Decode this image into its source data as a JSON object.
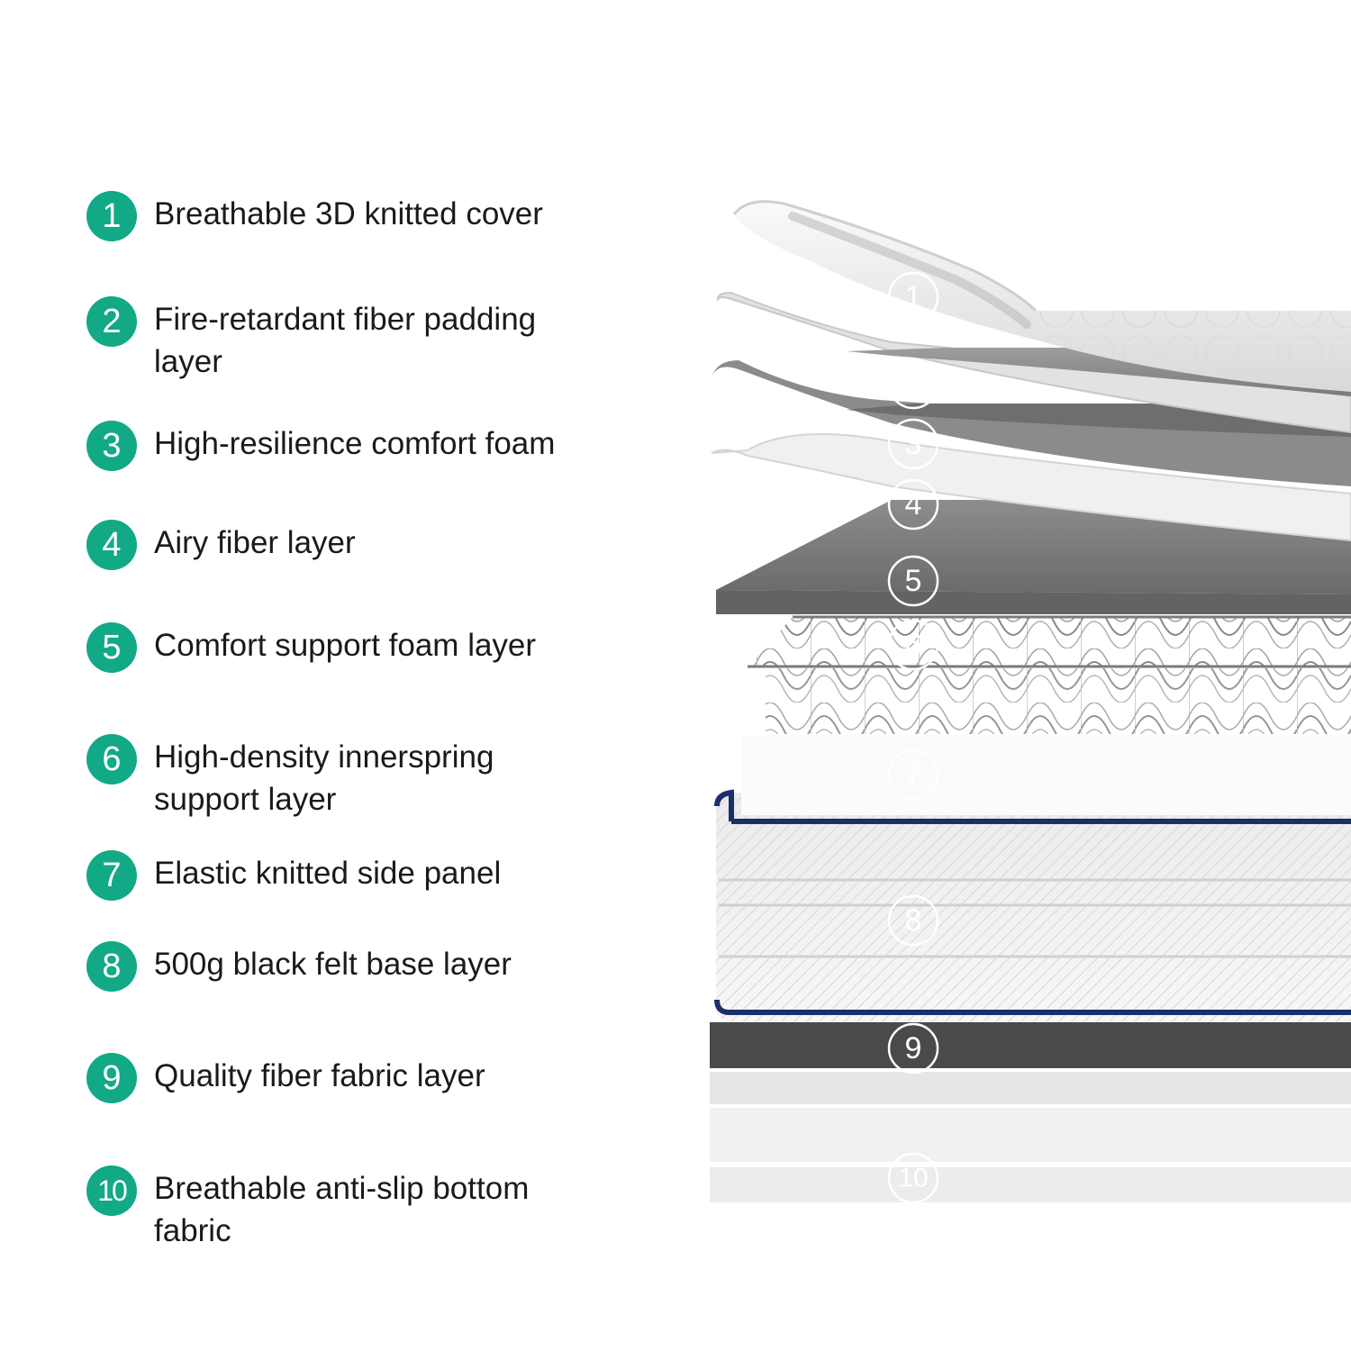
{
  "colors": {
    "accent": "#12a986",
    "navy_piping": "#1b2f6b"
  },
  "legend": [
    {
      "number": "1",
      "label": "Breathable 3D knitted cover"
    },
    {
      "number": "2",
      "label": "Fire-retardant fiber padding layer"
    },
    {
      "number": "3",
      "label": "High-resilience comfort foam"
    },
    {
      "number": "4",
      "label": "Airy fiber layer"
    },
    {
      "number": "5",
      "label": "Comfort support foam layer"
    },
    {
      "number": "6",
      "label": "High-density innerspring support layer"
    },
    {
      "number": "7",
      "label": "Elastic knitted side panel"
    },
    {
      "number": "8",
      "label": "500g black felt base layer"
    },
    {
      "number": "9",
      "label": "Quality fiber fabric layer"
    },
    {
      "number": "10",
      "label": "Breathable anti-slip bottom fabric"
    }
  ],
  "diagram_markers": [
    "1",
    "2",
    "3",
    "4",
    "5",
    "6",
    "7",
    "8",
    "9",
    "10"
  ]
}
